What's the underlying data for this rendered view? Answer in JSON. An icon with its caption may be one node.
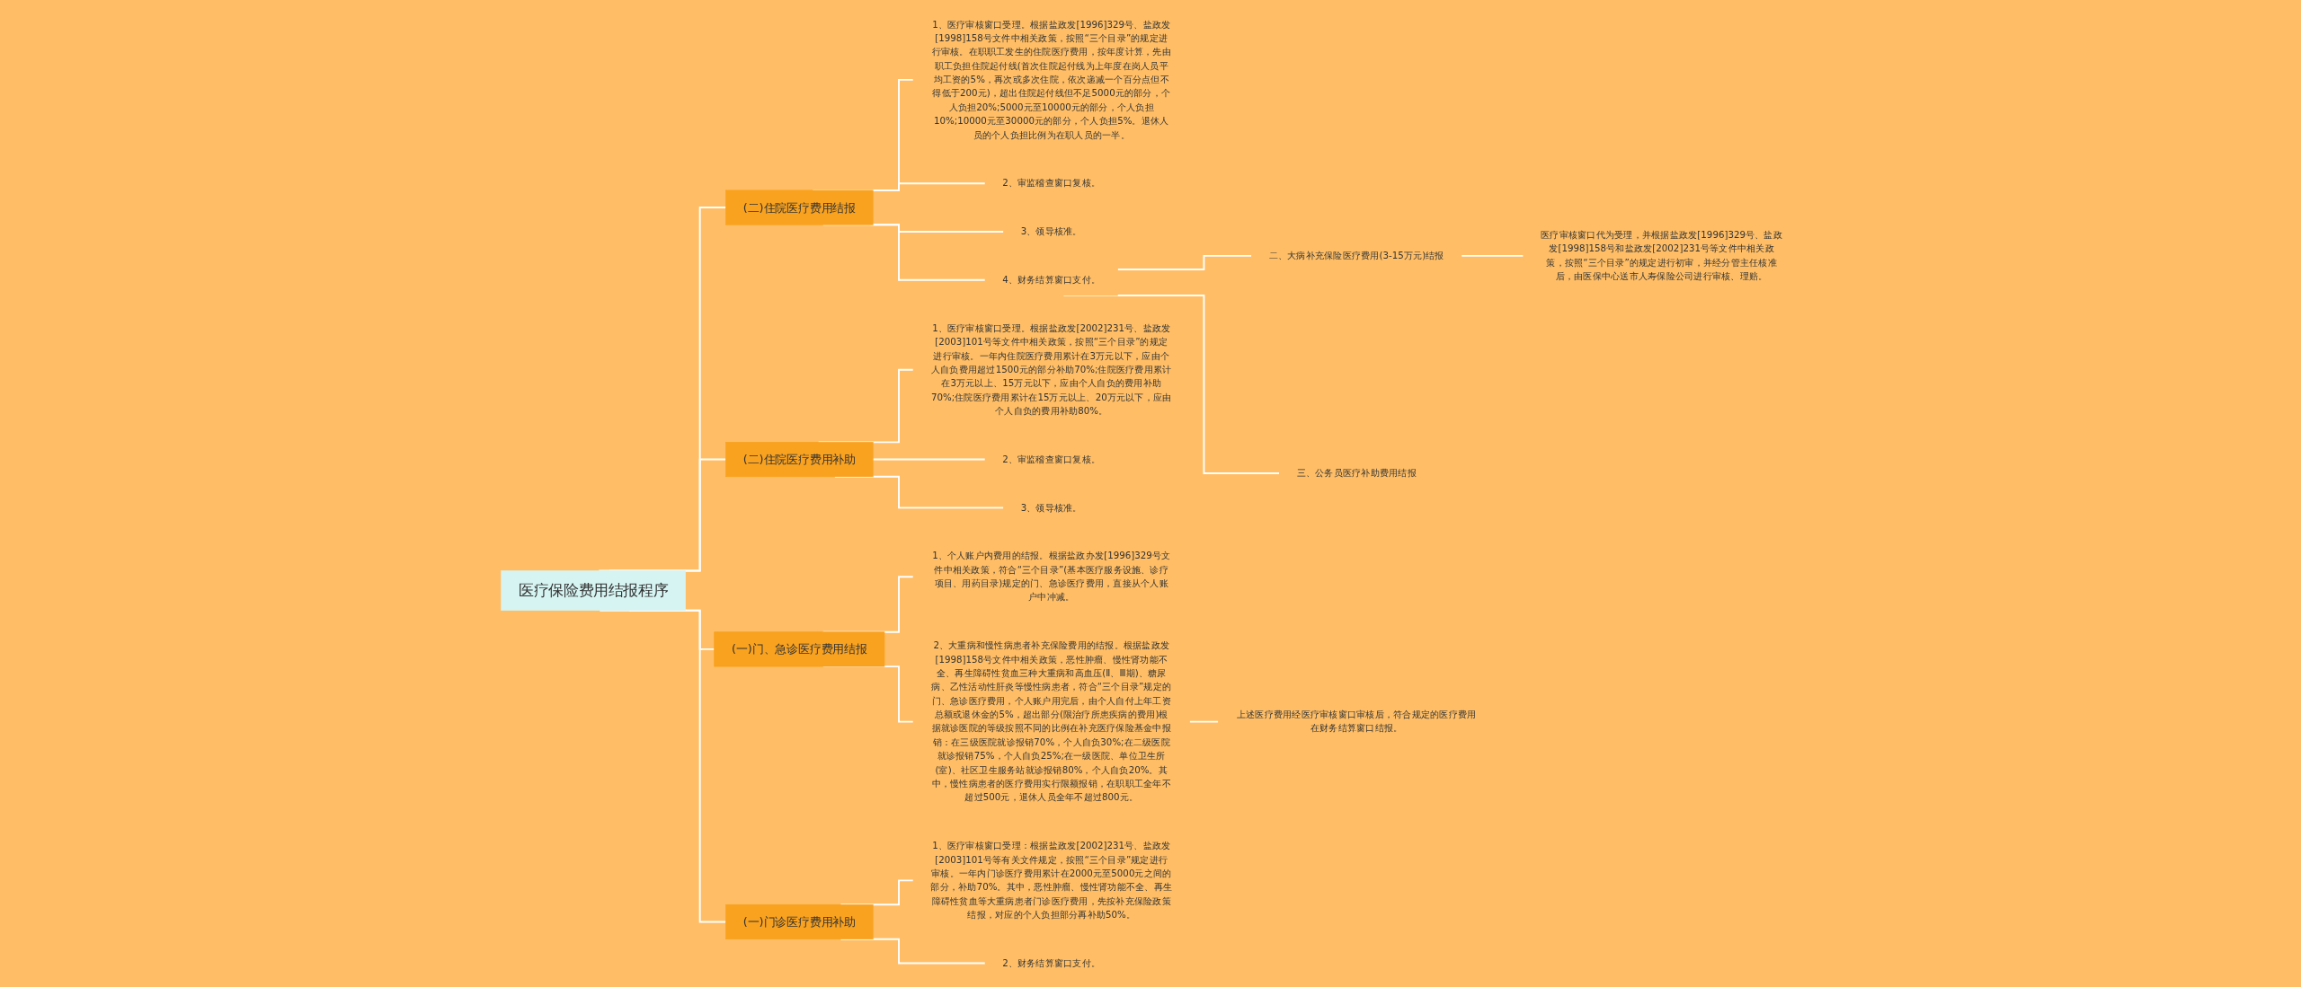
{
  "diagram": {
    "nodes": [
      {
        "text": [
          "医疗保险费用结报程序"
        ]
      },
      {
        "text": [
          "(二)住院医疗费用结报"
        ]
      },
      {
        "text": [
          "1、医疗审核窗口受理。根据盐政发[1996]329号、盐政发[1998]158号文件中相关政策，按照“三个目录”的规定进行审核。在职职工发生的住院医疗费用，按年度计算，先由职工负担住院起付线(首次住院起付线为上年度在岗人员平均工资的5%，再次或多次住院，依次递减一个百分点但不得低于200元)，超出住院起付线但不足5000元的部分，个人负担20%;5000元至10000元的部分，个人负担10%;10000元至30000元的部分，个人负担5%。退休人员的个人负担比例为在职人员的一半。"
        ]
      },
      {
        "text": [
          "2、审监稽查窗口复核。"
        ]
      },
      {
        "text": [
          "3、领导核准。"
        ]
      },
      {
        "text": [
          "4、财务结算窗口支付。"
        ]
      },
      {
        "text": [
          "二、大病补充保险医疗费用(3-15万元)结报"
        ]
      },
      {
        "text": [
          "医疗审核窗口代为受理，并根据盐政发[1996]329号、盐政发[1998]158号和盐政发[2002]231号等文件中相关政策，按照“三个目录”的规定进行初审，并经分管主任核准后，由医保中心送市人寿保险公司进行审核、理赔。"
        ]
      },
      {
        "text": [
          "三、公务员医疗补助费用结报"
        ]
      },
      {
        "text": [
          "(二)住院医疗费用补助"
        ]
      },
      {
        "text": [
          "1、医疗审核窗口受理。根据盐政发[2002]231号、盐政发[2003]101号等文件中相关政策，按照“三个目录”的规定进行审核。一年内住院医疗费用累计在3万元以下，应由个人自负费用超过1500元的部分补助70%;住院医疗费用累计在3万元以上、15万元以下，应由个人自负的费用补助70%;住院医疗费用累计在15万元以上、20万元以下，应由个人自负的费用补助80%。"
        ]
      },
      {
        "text": [
          "2、审监稽查窗口复核。"
        ]
      },
      {
        "text": [
          "3、领导核准。"
        ]
      },
      {
        "text": [
          "(一)门、急诊医疗费用结报"
        ]
      },
      {
        "text": [
          "1、个人账户内费用的结报。根据盐政办发[1996]329号文件中相关政策，符合“三个目录”(基本医疗服务设施、诊疗项目、用药目录)规定的门、急诊医疗费用，直接从个人账户中冲减。"
        ]
      },
      {
        "text": [
          "2、大重病和慢性病患者补充保险费用的结报。根据盐政发[1998]158号文件中相关政策，恶性肿瘤、慢性肾功能不全、再生障碍性贫血三种大重病和高血压(Ⅱ、Ⅲ期)、糖尿病、乙性活动性肝炎等慢性病患者，符合“三个目录”规定的门、急诊医疗费用，个人账户用完后，由个人自付上年工资总额或退休金的5%，超出部分(限治疗所患疾病的费用)根据就诊医院的等级按照不同的比例在补充医疗保险基金中报销：在三级医院就诊报销70%，个人自负30%;在二级医院就诊报销75%，个人自负25%;在一级医院、单位卫生所(室)、社区卫生服务站就诊报销80%，个人自负20%。其中，慢性病患者的医疗费用实行限额报销，在职职工全年不超过500元，退休人员全年不超过800元。"
        ]
      },
      {
        "text": [
          "上述医疗费用经医疗审核窗口审核后，符合规定的医疗费用在财务结算窗口结报。"
        ]
      },
      {
        "text": [
          "(一)门诊医疗费用补助"
        ]
      },
      {
        "text": [
          "1、医疗审核窗口受理：根据盐政发[2002]231号、盐政发[2003]101号等有关文件规定，按照“三个目录”规定进行审核。一年内门诊医疗费用累计在2000元至5000元之间的部分，补助70%。其中，恶性肿瘤、慢性肾功能不全、再生障碍性贫血等大重病患者门诊医疗费用，先按补充保险政策结报，对应的个人负担部分再补助50%。"
        ]
      },
      {
        "text": [
          "2、财务结算窗口支付。"
        ]
      }
    ],
    "edges": [
      {
        "from": 0,
        "to": 1,
        "arrow": "none"
      },
      {
        "from": 1,
        "to": 2,
        "arrow": "none"
      },
      {
        "from": 1,
        "to": 3,
        "arrow": "none"
      },
      {
        "from": 1,
        "to": 4,
        "arrow": "none"
      },
      {
        "from": 1,
        "to": 5,
        "arrow": "none"
      },
      {
        "from": 5,
        "to": 6,
        "arrow": "none"
      },
      {
        "from": 6,
        "to": 7,
        "arrow": "none"
      },
      {
        "from": 5,
        "to": 8,
        "arrow": "none"
      },
      {
        "from": 0,
        "to": 9,
        "arrow": "none"
      },
      {
        "from": 9,
        "to": 10,
        "arrow": "none"
      },
      {
        "from": 9,
        "to": 11,
        "arrow": "none"
      },
      {
        "from": 9,
        "to": 12,
        "arrow": "none"
      },
      {
        "from": 0,
        "to": 13,
        "arrow": "none"
      },
      {
        "from": 13,
        "to": 14,
        "arrow": "none"
      },
      {
        "from": 13,
        "to": 15,
        "arrow": "none"
      },
      {
        "from": 15,
        "to": 16,
        "arrow": "none"
      },
      {
        "from": 0,
        "to": 17,
        "arrow": "none"
      },
      {
        "from": 17,
        "to": 18,
        "arrow": "none"
      },
      {
        "from": 17,
        "to": 19,
        "arrow": "none"
      }
    ]
  }
}
